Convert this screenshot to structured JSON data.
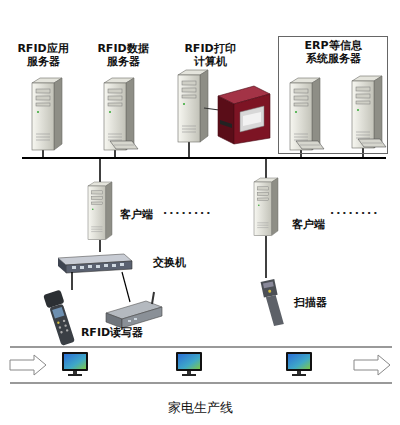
{
  "diagram": {
    "nodes": [
      {
        "text": [
          "RFID应用服务器"
        ]
      },
      {
        "text": [
          "RFID数据服务器"
        ]
      },
      {
        "text": [
          "RFID打印计算机"
        ]
      },
      {
        "text": [
          "ERP等信息系统服务器"
        ]
      },
      {
        "text": [
          "客户端"
        ]
      },
      {
        "text": [
          "客户端"
        ]
      },
      {
        "text": [
          "交换机"
        ]
      },
      {
        "text": [
          "RFID读写器"
        ]
      },
      {
        "text": [
          "扫描器"
        ]
      },
      {
        "text": [
          "家电生产线"
        ]
      }
    ],
    "edges": [
      {
        "from": 4,
        "to": 6,
        "arrow": "none"
      },
      {
        "from": 6,
        "to": 7,
        "arrow": "none"
      },
      {
        "from": 5,
        "to": 8,
        "arrow": "none"
      }
    ],
    "labels": [
      "........",
      "........"
    ]
  }
}
